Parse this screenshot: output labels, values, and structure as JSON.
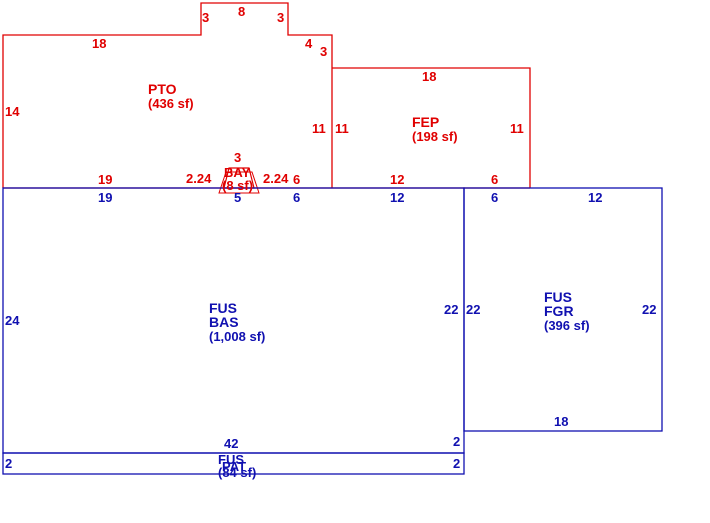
{
  "colors": {
    "upper_outline": "#e00000",
    "main_outline": "#1010b0",
    "background": "#ffffff"
  },
  "pto": {
    "code": "PTO",
    "area": "(436 sf)",
    "dims": {
      "top_left": "18",
      "left": "14",
      "bump_left": "3",
      "bump_top": "8",
      "bump_right": "3",
      "step_top": "4",
      "step_right": "3",
      "inner_right": "11",
      "bottom_left": "19"
    }
  },
  "fep": {
    "code": "FEP",
    "area": "(198 sf)",
    "dims": {
      "top": "18",
      "left": "11",
      "right": "11",
      "bottom_left": "12",
      "bottom_right": "6"
    }
  },
  "bay": {
    "code": "BAY",
    "area": "(8 sf)",
    "dims": {
      "top": "3",
      "left": "2.24",
      "right": "2.24",
      "bottom": "5"
    }
  },
  "bas": {
    "prefix": "FUS",
    "code": "BAS",
    "area": "(1,008 sf)",
    "dims": {
      "left": "24",
      "right": "22",
      "bottom": "42",
      "top_left": "19",
      "top_mid": "5",
      "top_right_a": "6",
      "top_right_b": "12"
    }
  },
  "fgr": {
    "prefix": "FUS",
    "code": "FGR",
    "area": "(396 sf)",
    "dims": {
      "top_left": "6",
      "top_right": "12",
      "left": "22",
      "right": "22",
      "bottom": "18"
    }
  },
  "strip": {
    "prefix": "FUS",
    "code": "PAT",
    "area": "(84 sf)",
    "dims": {
      "left": "2",
      "right": "2",
      "right_upper": "2"
    }
  },
  "misc": {
    "pto_bottom_right": "6"
  }
}
